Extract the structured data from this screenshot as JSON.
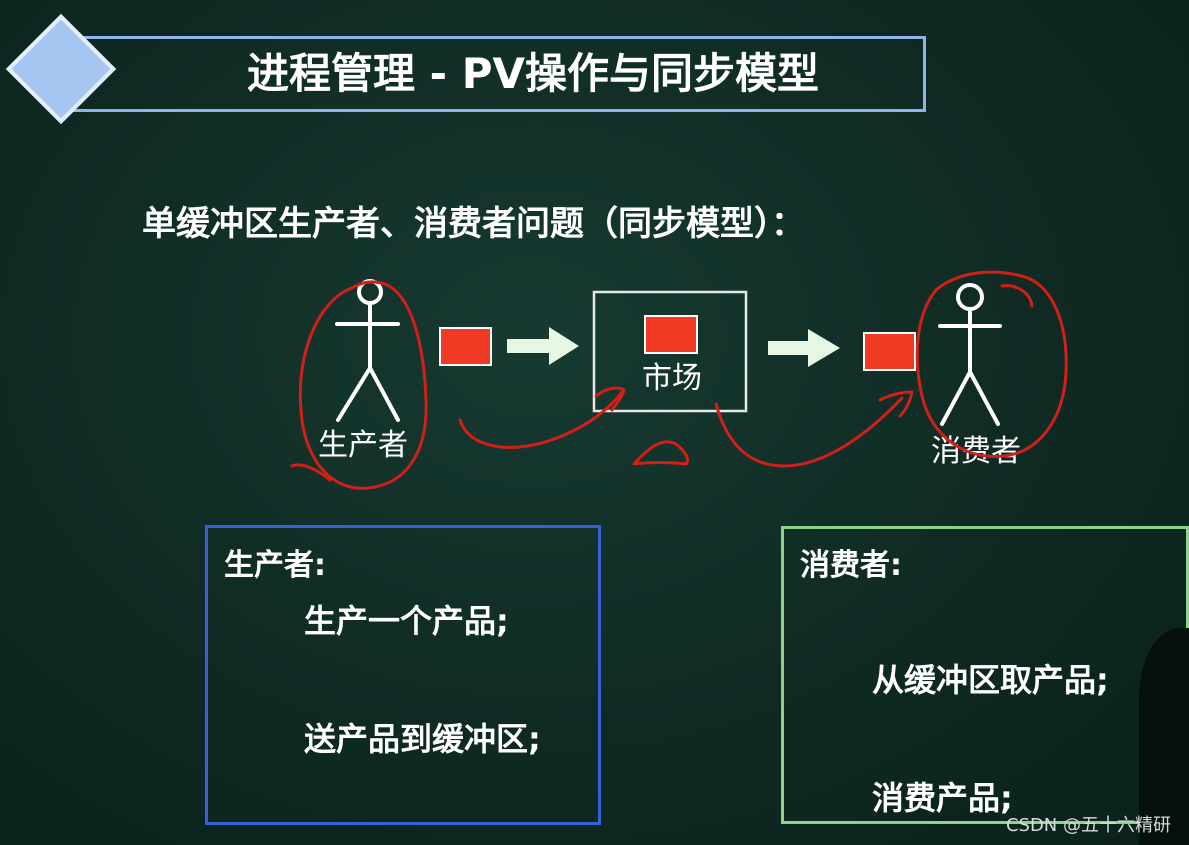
{
  "header": {
    "title": "进程管理 - PV操作与同步模型"
  },
  "subtitle": "单缓冲区生产者、消费者问题（同步模型）：",
  "diagram": {
    "producer_label": "生产者",
    "market_label": "市场",
    "consumer_label": "消费者",
    "colors": {
      "product": "#f03a24",
      "arrow": "#e6f7e3",
      "annotation": "#d21f1a",
      "market_border": "#e8e8e8"
    }
  },
  "producer_box": {
    "heading": "生产者:",
    "lines": [
      "生产一个产品;",
      "送产品到缓冲区;"
    ]
  },
  "consumer_box": {
    "heading": "消费者:",
    "lines": [
      "从缓冲区取产品;",
      "消费产品;"
    ]
  },
  "watermark": "CSDN @五十六精研"
}
